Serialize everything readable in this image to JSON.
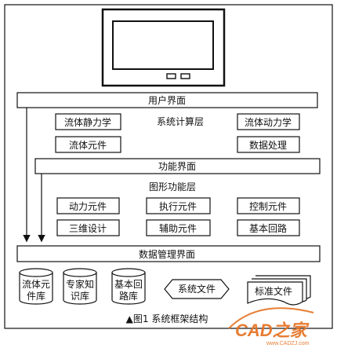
{
  "user_interface": "用户界面",
  "system_calc_layer": "系统计算层",
  "calc_modules": [
    "流体静力学",
    "流体动力学",
    "流体元件",
    "数据处理"
  ],
  "function_interface": "功能界面",
  "graphic_function_layer": "图形功能层",
  "graphic_modules": [
    "动力元件",
    "执行元件",
    "控制元件",
    "三维设计",
    "辅助元件",
    "基本回路"
  ],
  "data_mgmt_interface": "数据管理界面",
  "databases": [
    "流体元",
    "件库",
    "专家知",
    "识库",
    "基本回",
    "路库"
  ],
  "system_files": "系统文件",
  "standard_files": "标准文件",
  "caption": "▲图1  系统框架结构",
  "watermark": {
    "brand": "CAD之家",
    "url": "www.CADZJ.com",
    "color": "#e5701f"
  }
}
